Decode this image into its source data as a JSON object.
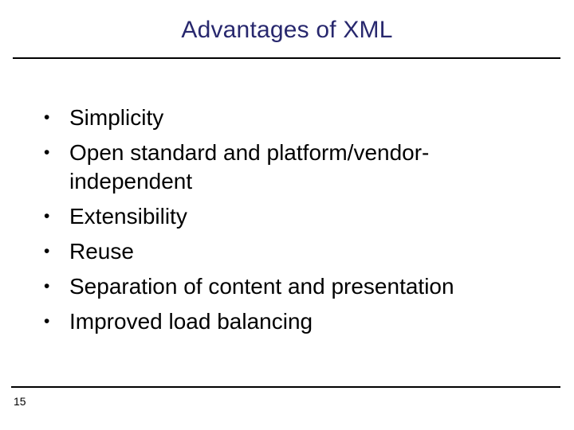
{
  "slide": {
    "title": "Advantages of XML",
    "bullet_char": "•",
    "bullets": [
      {
        "lines": [
          "Simplicity"
        ]
      },
      {
        "lines": [
          "Open standard and platform/vendor-",
          "independent"
        ]
      },
      {
        "lines": [
          "Extensibility"
        ]
      },
      {
        "lines": [
          "Reuse"
        ]
      },
      {
        "lines": [
          "Separation of content and presentation"
        ]
      },
      {
        "lines": [
          "Improved load balancing"
        ]
      }
    ],
    "footer": {
      "page_number": "15"
    },
    "colors": {
      "background": "#FFFFFF",
      "title_text": "#28286E",
      "body_text": "#000000",
      "divider": "#000000"
    }
  }
}
